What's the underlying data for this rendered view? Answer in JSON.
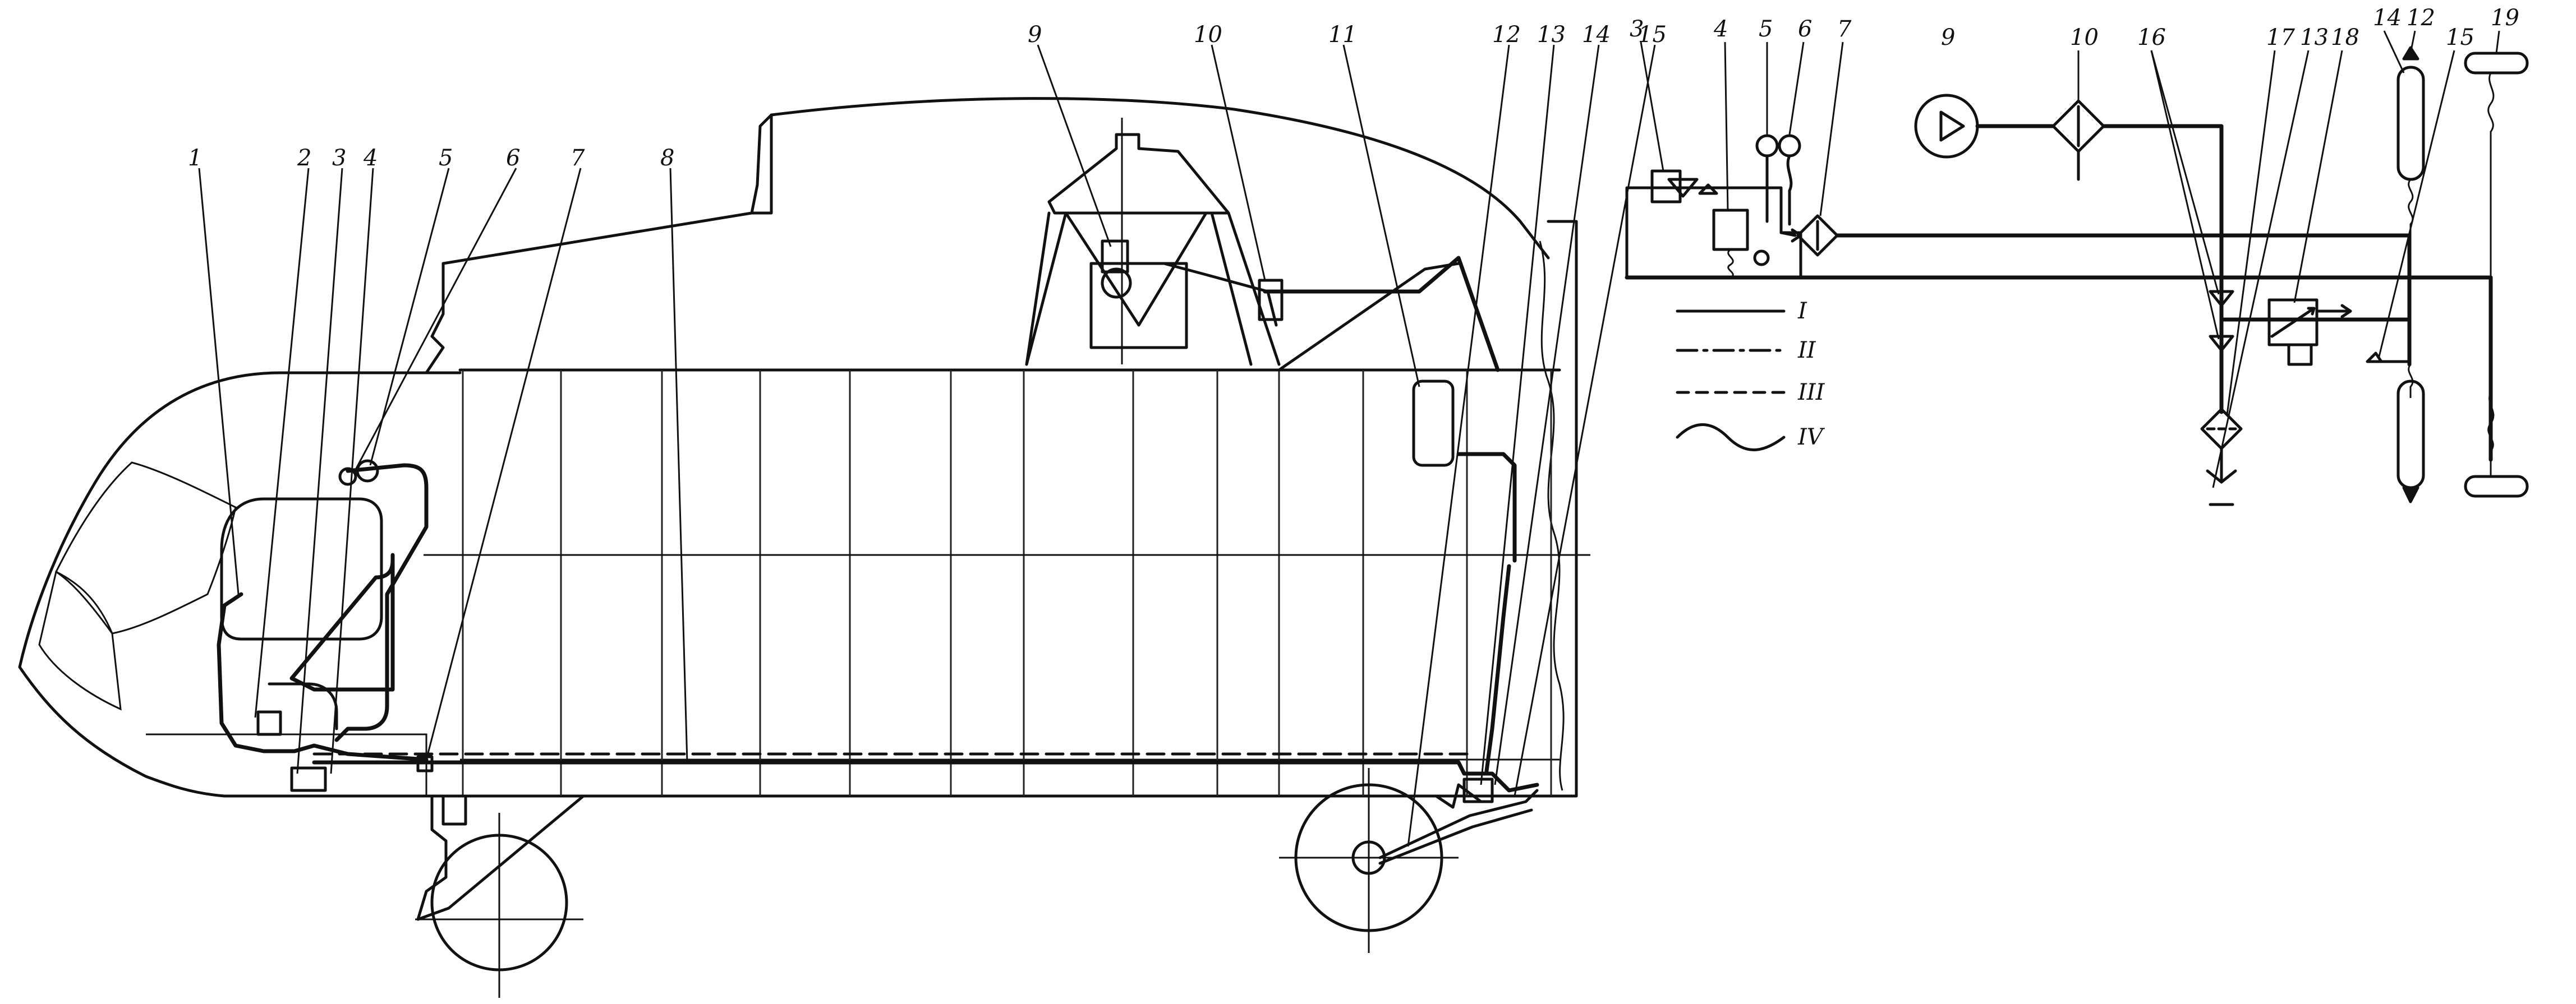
{
  "callouts": {
    "c1": "1",
    "c2": "2",
    "c3": "3",
    "c4": "4",
    "c5": "5",
    "c6": "6",
    "c7": "7",
    "c8": "8",
    "c9": "9",
    "c10": "10",
    "c11": "11",
    "c12": "12",
    "c13": "13",
    "c14": "14",
    "c15": "15",
    "s3": "3",
    "s4": "4",
    "s5": "5",
    "s6": "6",
    "s7": "7",
    "s9": "9",
    "s10": "10",
    "s16": "16",
    "s17": "17",
    "s13": "13",
    "s18": "18",
    "s14": "14",
    "s12": "12",
    "s15": "15",
    "s19": "19"
  },
  "legend": [
    {
      "label": "I",
      "style": "solid"
    },
    {
      "label": "II",
      "style": "dash-dot"
    },
    {
      "label": "III",
      "style": "dashed"
    },
    {
      "label": "IV",
      "style": "wavy"
    }
  ]
}
